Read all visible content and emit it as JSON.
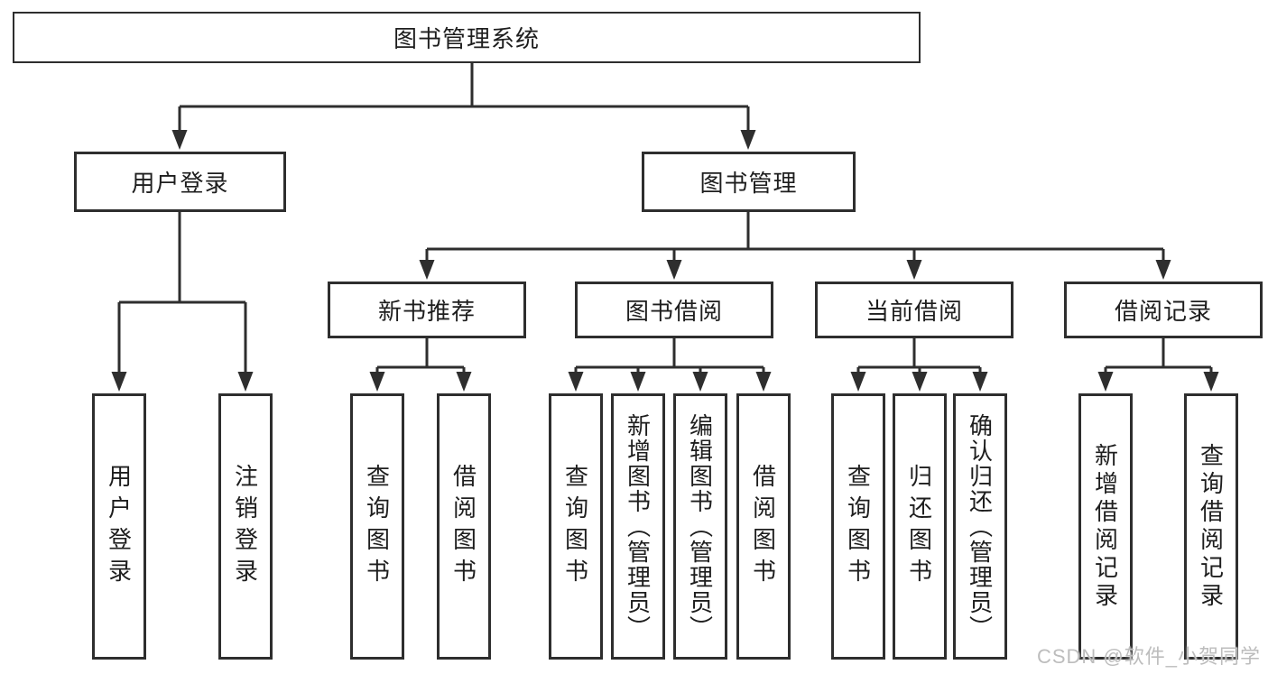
{
  "diagram": {
    "root": {
      "label": "图书管理系统",
      "children": [
        {
          "label": "用户登录",
          "children": [
            {
              "label": "用户登录"
            },
            {
              "label": "注销登录"
            }
          ]
        },
        {
          "label": "图书管理",
          "children": [
            {
              "label": "新书推荐",
              "children": [
                {
                  "label": "查询图书"
                },
                {
                  "label": "借阅图书"
                }
              ]
            },
            {
              "label": "图书借阅",
              "children": [
                {
                  "label": "查询图书"
                },
                {
                  "label": "新增图书（管理员）"
                },
                {
                  "label": "编辑图书（管理员）"
                },
                {
                  "label": "借阅图书"
                }
              ]
            },
            {
              "label": "当前借阅",
              "children": [
                {
                  "label": "查询图书"
                },
                {
                  "label": "归还图书"
                },
                {
                  "label": "确认归还（管理员）"
                }
              ]
            },
            {
              "label": "借阅记录",
              "children": [
                {
                  "label": "新增借阅记录"
                },
                {
                  "label": "查询借阅记录"
                }
              ]
            }
          ]
        }
      ]
    }
  },
  "watermark": {
    "text": "CSDN @软件_小贺同学"
  },
  "colors": {
    "line": "#2e2e2e",
    "border": "#2e2e2e",
    "text": "#1e1e1e",
    "watermark": "#bdbdbd",
    "background": "#ffffff"
  }
}
